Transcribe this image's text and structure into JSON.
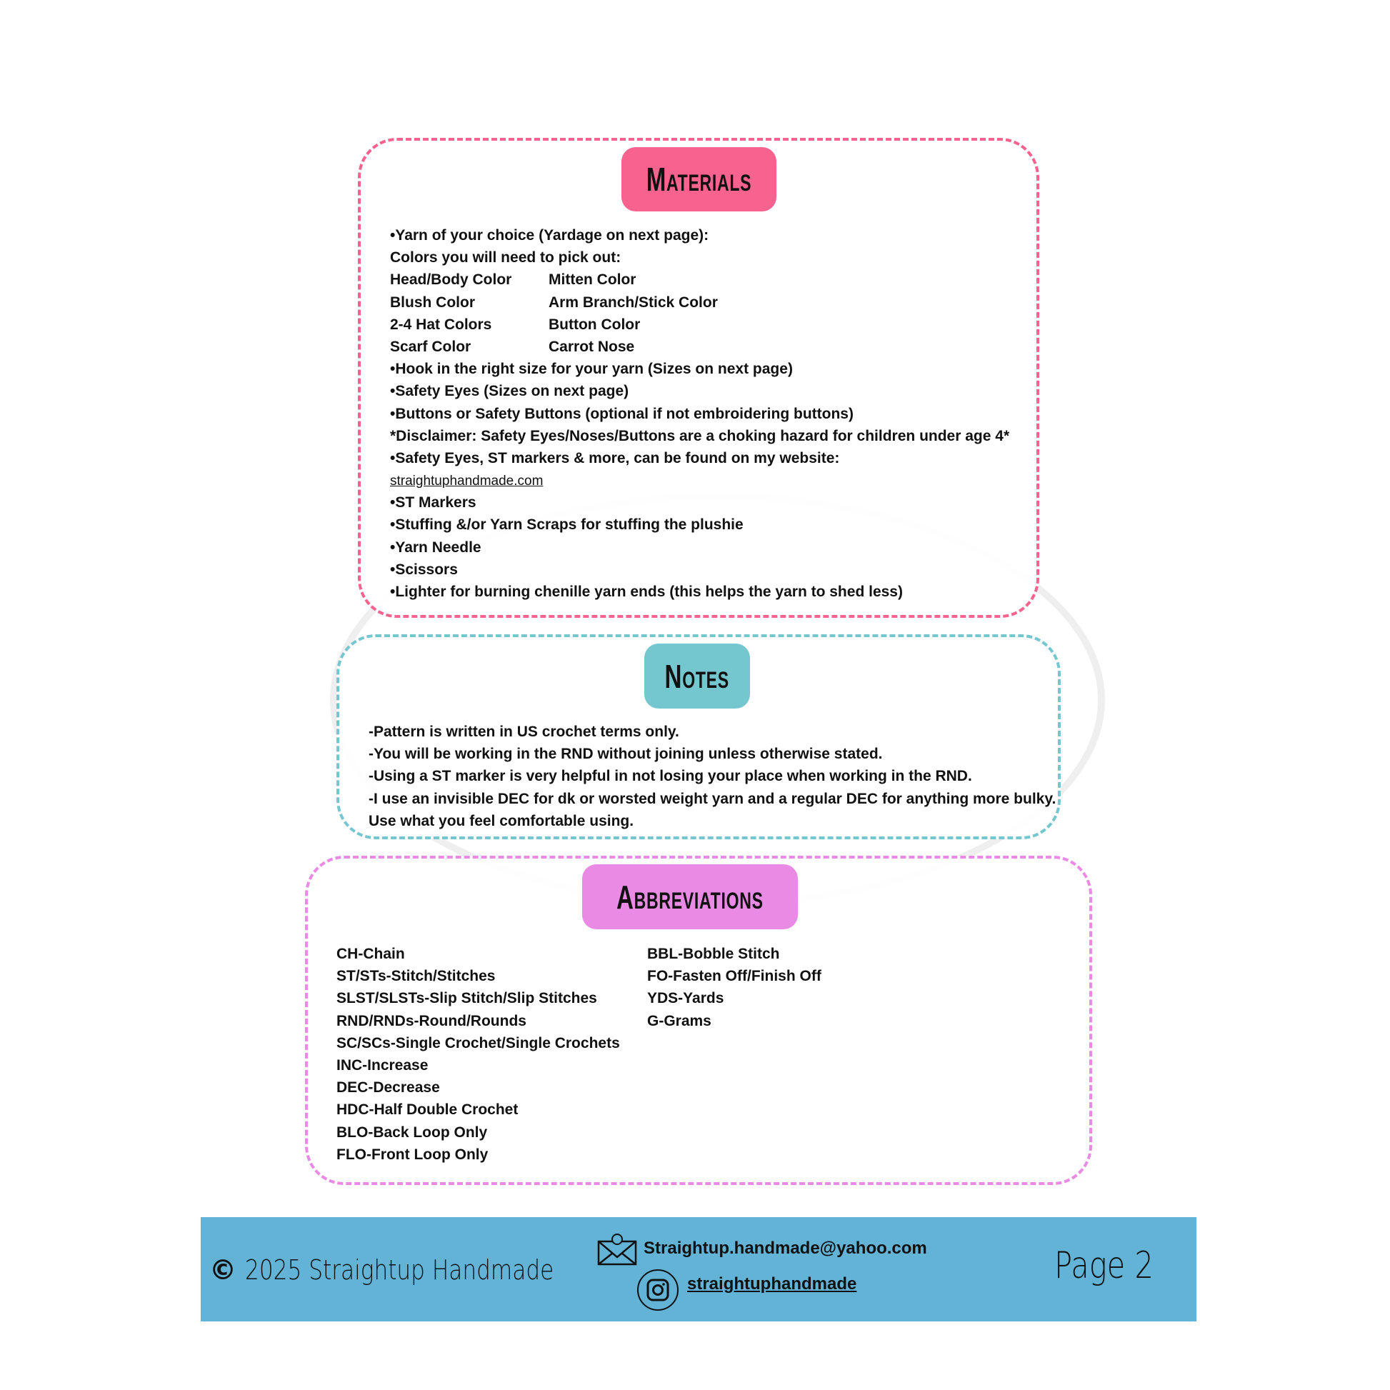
{
  "materials": {
    "title": "Materials",
    "lines": [
      "•Yarn of your choice (Yardage on next page):",
      "Colors you will need to pick out:"
    ],
    "colors": [
      [
        "Head/Body Color",
        "Mitten Color"
      ],
      [
        "Blush Color",
        "Arm Branch/Stick Color"
      ],
      [
        "2-4 Hat Colors",
        "Button Color"
      ],
      [
        "Scarf Color",
        "Carrot Nose"
      ]
    ],
    "hook": "•Hook in the right size for your yarn (Sizes on next page)",
    "eyes": "•Safety Eyes (Sizes on next page)",
    "buttons": "•Buttons or Safety Buttons (optional if not embroidering buttons)",
    "disclaimer": "*Disclaimer: Safety Eyes/Noses/Buttons are a choking hazard for children under age 4*",
    "website_line": "•Safety Eyes, ST markers & more, can be found on my website:",
    "website": "straightuphandmade.com",
    "rest": [
      "•ST Markers",
      "•Stuffing &/or Yarn Scraps for stuffing the plushie",
      "•Yarn Needle",
      "•Scissors",
      "•Lighter for burning chenille yarn ends (this helps the yarn to shed less)"
    ]
  },
  "notes": {
    "title": "Notes",
    "lines": [
      "-Pattern is written in US crochet terms only.",
      "-You will be working in the RND without joining unless otherwise stated.",
      "-Using a ST marker is very helpful in not losing your place when working in the RND.",
      "-I use an invisible DEC for dk or worsted weight yarn and a regular DEC for anything more bulky.",
      "Use what you feel comfortable using."
    ]
  },
  "abbreviations": {
    "title": "Abbreviations",
    "col1": [
      "CH-Chain",
      "ST/STs-Stitch/Stitches",
      "SLST/SLSTs-Slip Stitch/Slip Stitches",
      "RND/RNDs-Round/Rounds",
      "SC/SCs-Single Crochet/Single Crochets",
      "INC-Increase",
      "DEC-Decrease",
      "HDC-Half Double Crochet",
      "BLO-Back Loop Only",
      "FLO-Front Loop Only"
    ],
    "col2": [
      "BBL-Bobble Stitch",
      "FO-Fasten Off/Finish Off",
      "YDS-Yards",
      "G-Grams"
    ]
  },
  "footer": {
    "copyright": "2025 Straightup Handmade",
    "email": "Straightup.handmade@yahoo.com",
    "instagram": "straightuphandmade",
    "page": "Page 2"
  },
  "colors": {
    "materials": "#f7628f",
    "notes": "#74c6cf",
    "abbreviations": "#e98ae4",
    "footer": "#62b3d6"
  }
}
